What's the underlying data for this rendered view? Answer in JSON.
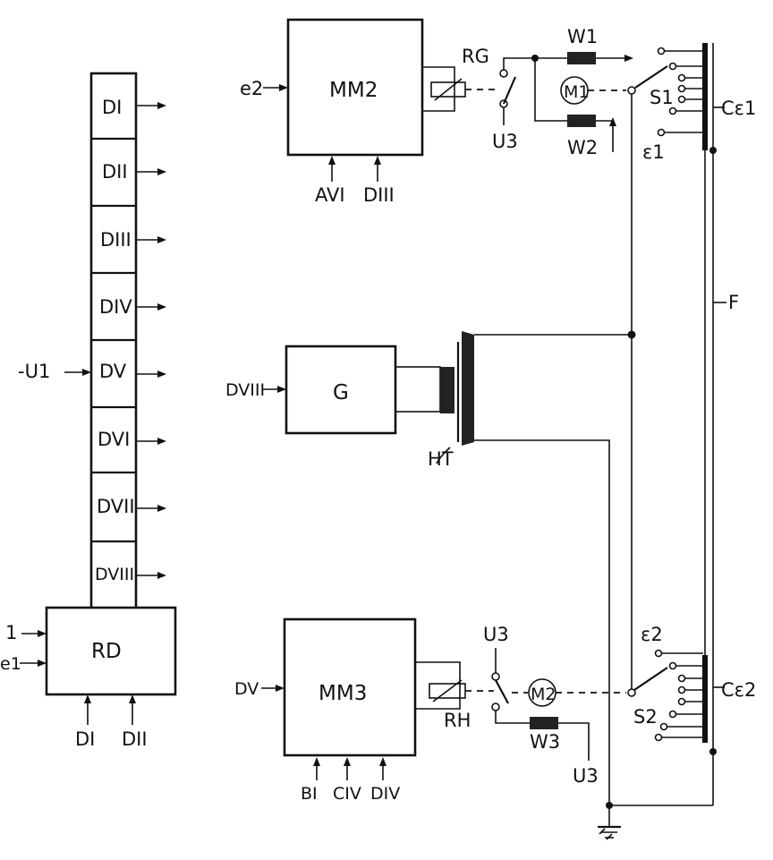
{
  "register": {
    "cells": [
      "DI",
      "DII",
      "DIII",
      "DIV",
      "DV",
      "DVI",
      "DVII",
      "DVIII"
    ],
    "input_u1": "-U1",
    "box_label": "RD",
    "input_1": "1",
    "input_e1": "e1",
    "bottom_inputs": [
      "DI",
      "DII"
    ]
  },
  "mm2": {
    "label": "MM2",
    "input_e2": "e2",
    "bottom_inputs": [
      "AVI",
      "DIII"
    ],
    "relay_label": "RG",
    "switch_label": "U3"
  },
  "generator": {
    "label": "G",
    "input": "DVIII",
    "transformer_label": "HT"
  },
  "mm3": {
    "label": "MM3",
    "input": "DV",
    "bottom_inputs": [
      "BI",
      "CIV",
      "DIV"
    ],
    "relay_label": "RH",
    "switch_label_top": "U3",
    "switch_label_bottom": "U3"
  },
  "motors": {
    "m1": "M1",
    "m2": "M2"
  },
  "windings": {
    "w1": "W1",
    "w2": "W2",
    "w3": "W3"
  },
  "selectors": {
    "s1": "S1",
    "s2": "S2",
    "eps1": "ε1",
    "eps2": "ε2",
    "ce1": "Cε1",
    "ce2": "Cε2",
    "f": "F"
  }
}
